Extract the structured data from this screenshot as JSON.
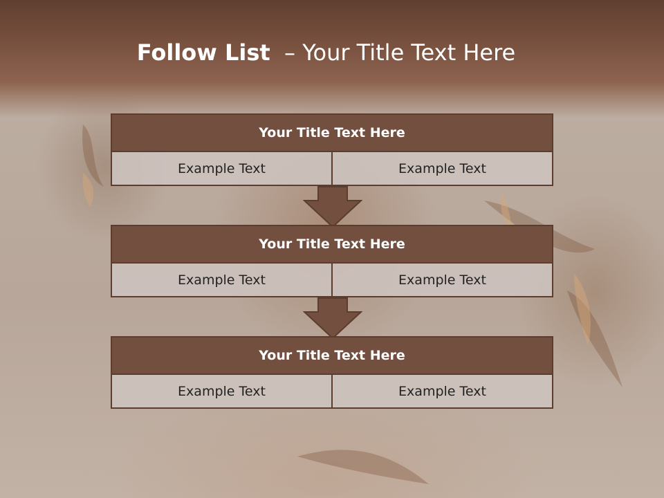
{
  "slide": {
    "title_bold": "Follow List",
    "title_rest": "– Your Title Text Here"
  },
  "blocks": [
    {
      "title": "Your Title Text Here",
      "left": "Example Text",
      "right": "Example Text"
    },
    {
      "title": "Your Title Text Here",
      "left": "Example Text",
      "right": "Example Text"
    },
    {
      "title": "Your Title Text Here",
      "left": "Example Text",
      "right": "Example Text"
    }
  ],
  "colors": {
    "header": "#603f30",
    "block_title": "#724f3f",
    "border": "#5b3d2f",
    "cell": "#cdc3be"
  }
}
